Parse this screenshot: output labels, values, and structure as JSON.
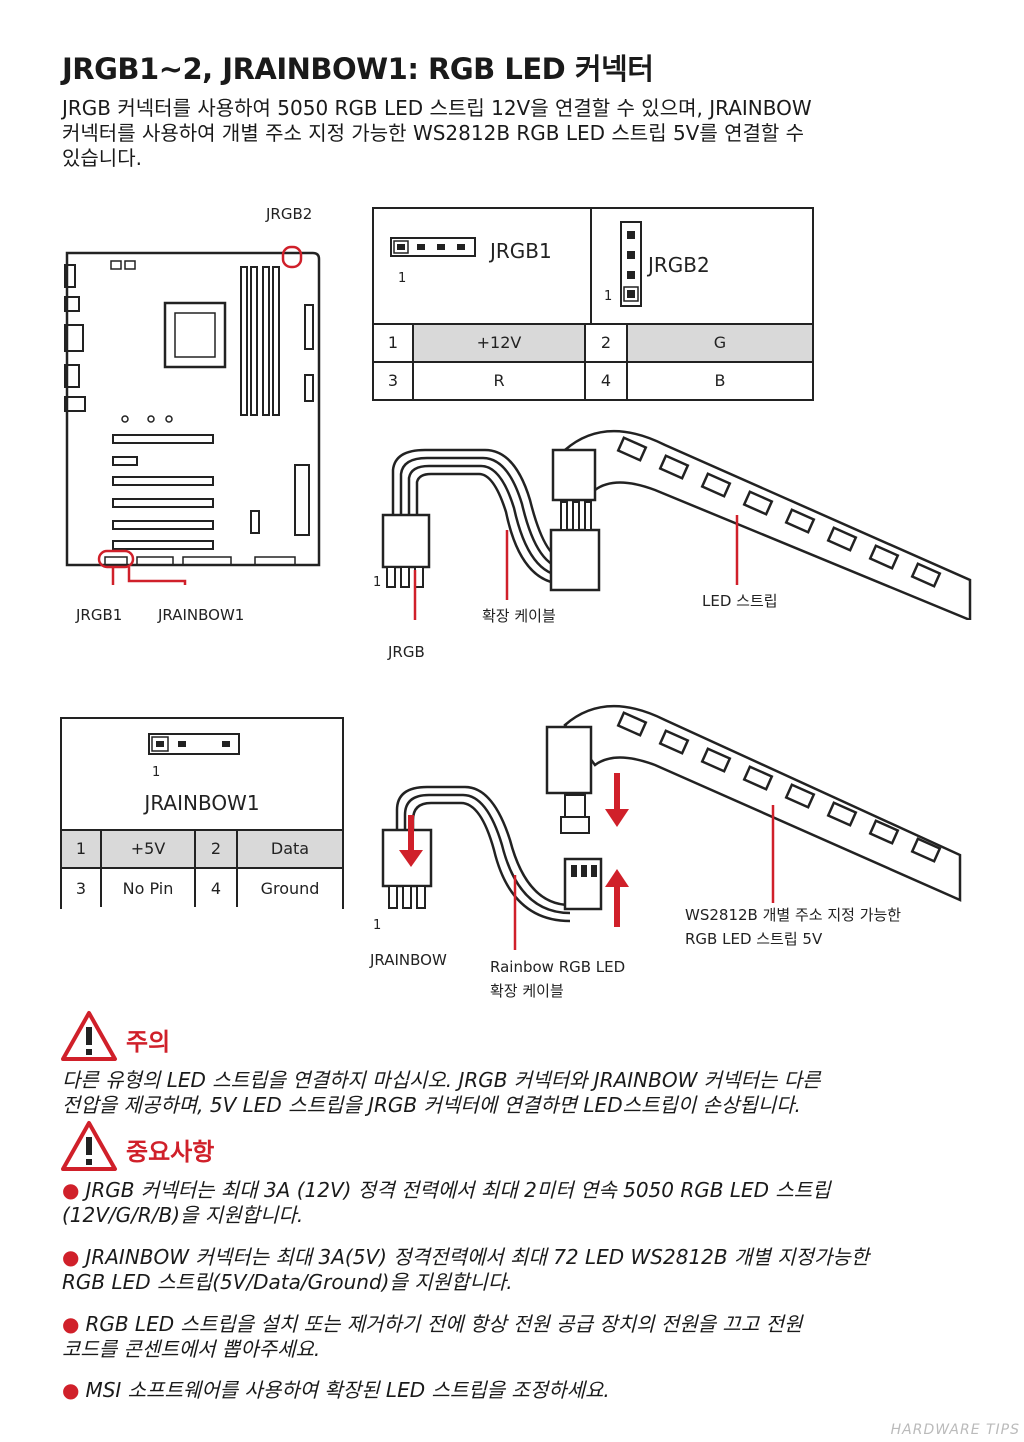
{
  "title": "JRGB1~2, JRAINBOW1: RGB LED 커넥터",
  "intro": [
    "JRGB  커넥터를 사용하여 5050 RGB LED 스트립 12V을 연결할 수 있으며, JRAINBOW",
    "커넥터를 사용하여  개별 주소 지정 가능한 WS2812B RGB LED 스트립 5V를 연결할 수",
    "있습니다."
  ],
  "board_labels": {
    "jrgb2": "JRGB2",
    "jrgb1": "JRGB1",
    "jrainbow1": "JRAINBOW1"
  },
  "jrgb_table": {
    "header1": "JRGB1",
    "header2": "JRGB2",
    "pin_one": "1",
    "rows": [
      [
        "1",
        "+12V",
        "2",
        "G"
      ],
      [
        "3",
        "R",
        "4",
        "B"
      ]
    ]
  },
  "jrgb_diagram": {
    "pin_one": "1",
    "connector": "JRGB",
    "cable": "확장 케이블",
    "strip": "LED 스트립"
  },
  "jrainbow_table": {
    "header": "JRAINBOW1",
    "pin_one": "1",
    "rows": [
      [
        "1",
        "+5V",
        "2",
        "Data"
      ],
      [
        "3",
        "No Pin",
        "4",
        "Ground"
      ]
    ]
  },
  "jrainbow_diagram": {
    "pin_one": "1",
    "connector": "JRAINBOW",
    "cable_line1": "Rainbow RGB LED",
    "cable_line2": "확장 케이블",
    "strip_line1": "WS2812B 개별 주소 지정 가능한",
    "strip_line2": "RGB LED 스트립 5V"
  },
  "caution": {
    "heading": "주의",
    "lines": [
      "다른 유형의 LED 스트립을 연결하지 마십시오. JRGB 커넥터와 JRAINBOW 커넥터는 다른",
      "전압을 제공하며, 5V LED 스트립을 JRGB 커넥터에 연결하면 LED스트립이 손상됩니다."
    ]
  },
  "important": {
    "heading": "중요사항",
    "bullets": [
      [
        "JRGB 커넥터는 최대 3A (12V) 정격 전력에서 최대 2미터 연속 5050 RGB LED 스트립",
        "(12V/G/R/B)을 지원합니다."
      ],
      [
        "JRAINBOW 커넥터는 최대 3A(5V) 정격전력에서 최대 72 LED WS2812B 개별 지정가능한",
        "RGB LED 스트립(5V/Data/Ground)을 지원합니다."
      ],
      [
        "RGB LED 스트립을 설치 또는 제거하기 전에 항상 전원 공급 장치의 전원을 끄고 전원",
        "코드를 콘센트에서 뽑아주세요."
      ],
      [
        "MSI 소프트웨어를 사용하여 확장된 LED 스트립을 조정하세요."
      ]
    ]
  },
  "watermark": "HARDWARE TIPS",
  "colors": {
    "accent_red": "#d0202a",
    "cell_gray": "#d9d9d9",
    "ink": "#1a1a1a"
  }
}
